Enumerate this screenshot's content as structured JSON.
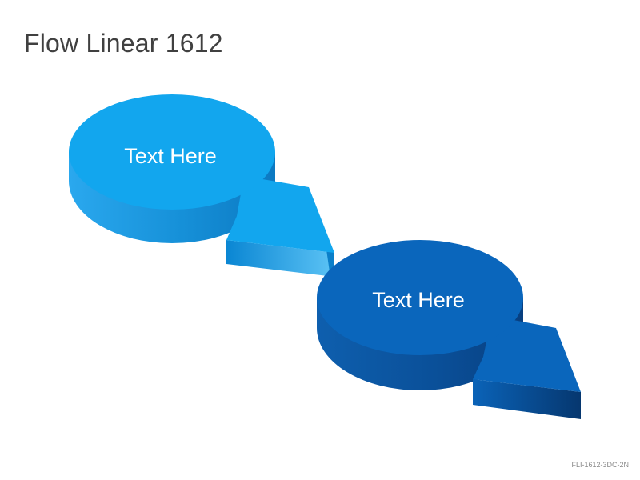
{
  "title": "Flow Linear 1612",
  "footer_code": "FLI-1612-3DC-2N",
  "nodes": [
    {
      "label": "Text Here",
      "color": "#12A6EE"
    },
    {
      "label": "Text Here",
      "color": "#0A66BC"
    }
  ]
}
